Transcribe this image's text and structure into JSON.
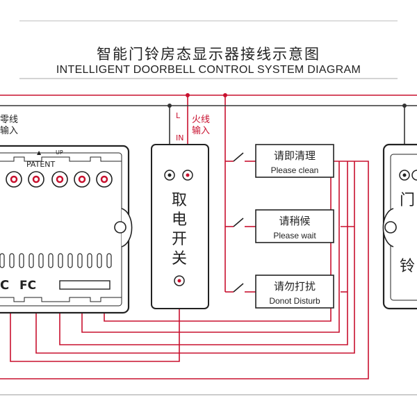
{
  "title_cn": "智能门铃房态显示器接线示意图",
  "title_en": "INTELLIGENT DOORBELL CONTROL SYSTEM DIAGRAM",
  "neutral_label": [
    "零线",
    "输入"
  ],
  "live_label": [
    "火线",
    "输入"
  ],
  "L_label": "L",
  "IN_label": "IN",
  "panel": {
    "patent": "PATENT",
    "up": "UP",
    "arrow": "▲",
    "ce": "C",
    "fcc": "FC"
  },
  "card_switch": {
    "label": [
      "取",
      "电",
      "开",
      "关"
    ]
  },
  "switches": [
    {
      "cn": "请即清理",
      "en": "Please clean"
    },
    {
      "cn": "请稍候",
      "en": "Please wait"
    },
    {
      "cn": "请勿打扰",
      "en": "Donot Disturb"
    }
  ],
  "doorbell": {
    "label": [
      "门",
      "铃"
    ]
  },
  "colors": {
    "wire_red": "#c8102e",
    "wire_dark": "#333333",
    "device_border": "#222222"
  }
}
